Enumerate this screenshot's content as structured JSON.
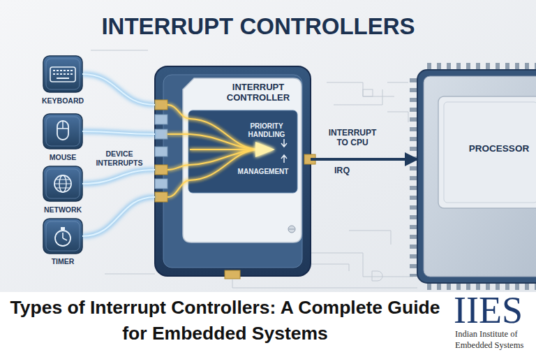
{
  "diagram": {
    "title": "INTERRUPT CONTROLLERS",
    "caption": "Types of Interrupt Controllers: A Complete Guide for Embedded Systems",
    "nodes": [
      {
        "text": [
          "KEYBOARD"
        ]
      },
      {
        "text": [
          "MOUSE"
        ]
      },
      {
        "text": [
          "NETWORK"
        ]
      },
      {
        "text": [
          "TIMER"
        ]
      },
      {
        "text": [
          "INTERRUPT CONTROLLER",
          "PRIORITY HANDLING",
          "MANAGEMENT"
        ]
      },
      {
        "text": [
          "PROCESSOR"
        ]
      }
    ],
    "edges": [
      {
        "from": 0,
        "to": 4,
        "arrow": "none"
      },
      {
        "from": 1,
        "to": 4,
        "arrow": "none"
      },
      {
        "from": 2,
        "to": 4,
        "arrow": "none"
      },
      {
        "from": 3,
        "to": 4,
        "arrow": "none"
      },
      {
        "from": 4,
        "to": 5,
        "label": "INTERRUPT TO CPU",
        "arrow": "to"
      }
    ],
    "labels": [
      "DEVICE INTERRUPTS",
      "IRQ",
      "IIES",
      "Indian Institute of Embedded Systems"
    ]
  }
}
